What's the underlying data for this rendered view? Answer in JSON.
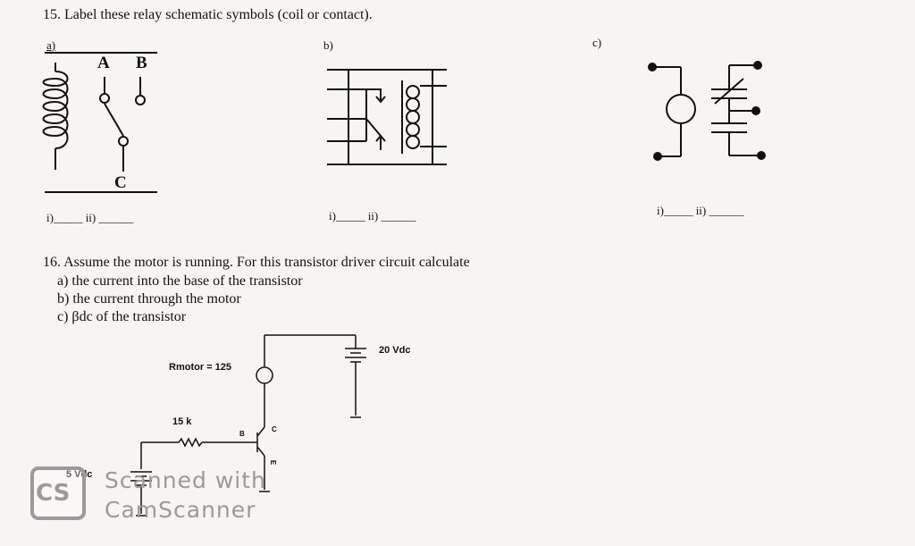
{
  "q15": {
    "title": "15. Label these relay schematic symbols (coil or contact).",
    "a_label": "a)",
    "b_label": "b)",
    "c_label": "c)",
    "contact_a": "A",
    "contact_b": "B",
    "contact_c": "C",
    "answer_a": "i)_____ ii) ______",
    "answer_b": "i)_____ ii) ______",
    "answer_c": "i)_____ ii) ______"
  },
  "q16": {
    "title": "16. Assume the motor is running. For this transistor driver circuit calculate",
    "part_a": "a) the current into the base of the transistor",
    "part_b": "b) the current through the motor",
    "part_c": "c) βdc of the transistor",
    "rmotor": "Rmotor = 125",
    "supply_high": "20 Vdc",
    "resistor": "15 k",
    "supply_low": "5 Vdc",
    "pin_b": "B",
    "pin_c": "C",
    "pin_e": "E"
  },
  "watermark": {
    "logo": "CS",
    "line1": "Scanned with",
    "line2": "CamScanner"
  }
}
